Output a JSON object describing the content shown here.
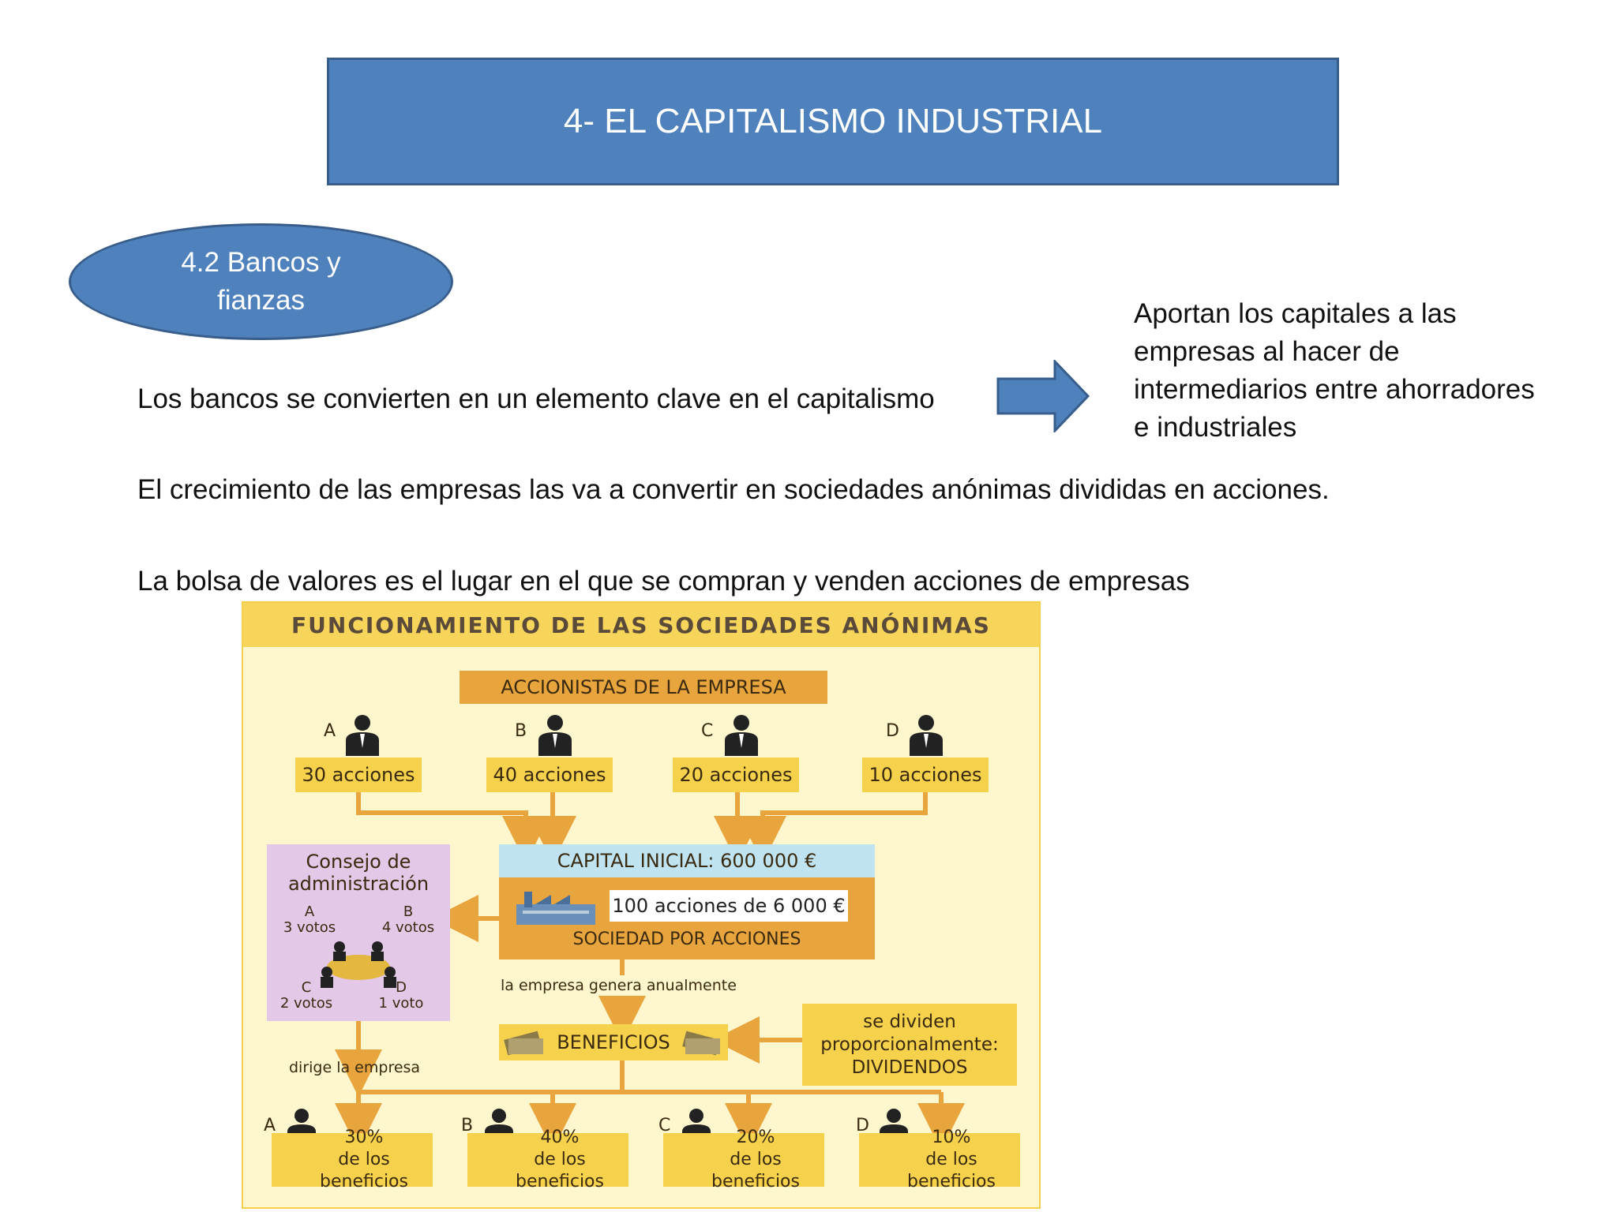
{
  "title": "4- EL CAPITALISMO INDUSTRIAL",
  "section_oval": "4.2 Bancos y fianzas",
  "line1": "Los bancos se convierten en un elemento clave en el capitalismo",
  "side_note": "Aportan los capitales a las empresas al hacer de intermediarios entre ahorradores e industriales",
  "line2": "El crecimiento de las empresas las va a convertir en sociedades anónimas divididas en acciones.",
  "line3": "La bolsa de valores es el lugar en el que se compran y venden acciones de empresas",
  "diagram": {
    "title": "FUNCIONAMIENTO DE LAS SOCIEDADES ANÓNIMAS",
    "shareholders_header": "ACCIONISTAS DE LA EMPRESA",
    "shareholders": [
      {
        "letter": "A",
        "shares": "30 acciones"
      },
      {
        "letter": "B",
        "shares": "40 acciones"
      },
      {
        "letter": "C",
        "shares": "20 acciones"
      },
      {
        "letter": "D",
        "shares": "10 acciones"
      }
    ],
    "capital": "CAPITAL INICIAL: 600 000 €",
    "shares_box": "100 acciones de 6 000 €",
    "company": "SOCIEDAD POR ACCIONES",
    "board_title": "Consejo de administración",
    "board": {
      "a_letter": "A",
      "a_votes": "3 votos",
      "b_letter": "B",
      "b_votes": "4 votos",
      "c_letter": "C",
      "c_votes": "2 votos",
      "d_letter": "D",
      "d_votes": "1 voto"
    },
    "board_action": "dirige la empresa",
    "generates": "la empresa genera anualmente",
    "profits": "BENEFICIOS",
    "dividends_line1": "se dividen",
    "dividends_line2": "proporcionalmente:",
    "dividends_line3": "DIVIDENDOS",
    "results": [
      {
        "letter": "A",
        "pct": "30%",
        "label": "de los beneficios"
      },
      {
        "letter": "B",
        "pct": "40%",
        "label": "de los beneficios"
      },
      {
        "letter": "C",
        "pct": "20%",
        "label": "de los beneficios"
      },
      {
        "letter": "D",
        "pct": "10%",
        "label": "de los beneficios"
      }
    ]
  }
}
